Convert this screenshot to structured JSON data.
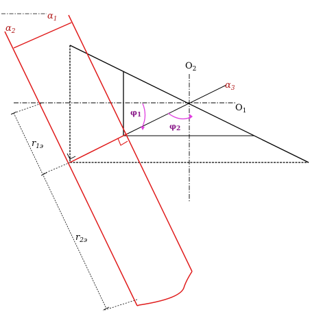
{
  "labels": {
    "alpha1": {
      "base": "α",
      "sub": "1"
    },
    "alpha2": {
      "base": "α",
      "sub": "2"
    },
    "alpha3": {
      "base": "α",
      "sub": "3"
    },
    "o1": {
      "base": "O",
      "sub": "1"
    },
    "o2": {
      "base": "O",
      "sub": "2"
    },
    "phi1": {
      "base": "φ",
      "sub": "1"
    },
    "phi2": {
      "base": "φ",
      "sub": "2"
    },
    "r1": {
      "base": "r",
      "sub": "1э"
    },
    "r2": {
      "base": "r",
      "sub": "2э"
    }
  },
  "colors": {
    "red_line": "#e01b1b",
    "red_label": "#b01818",
    "angle_arc": "#e040e0",
    "angle_label": "#8a1a8a",
    "line": "#000000"
  }
}
